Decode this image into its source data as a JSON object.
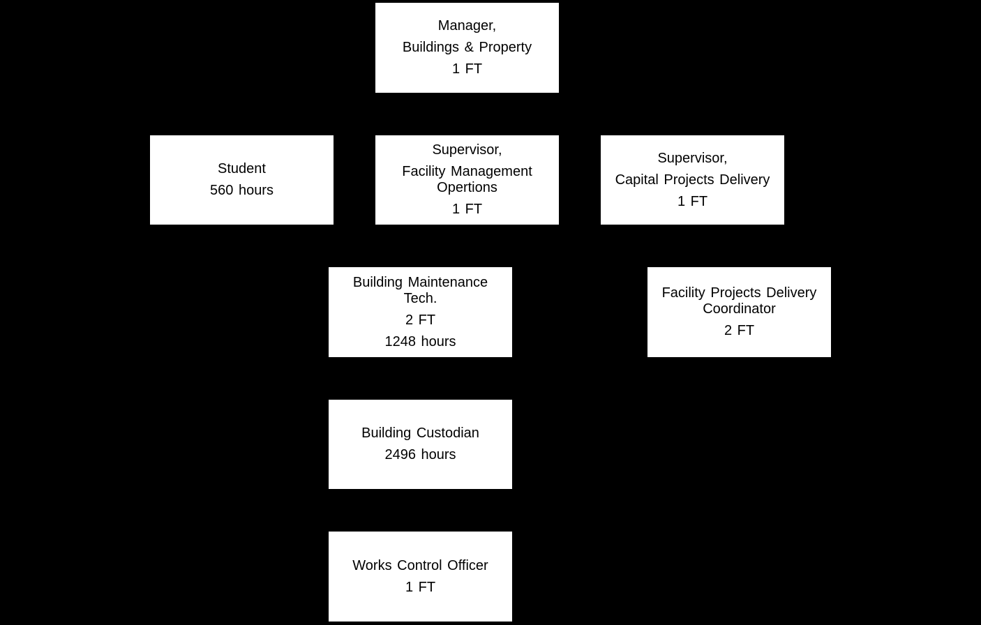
{
  "org_chart": {
    "manager": {
      "title_line1": "Manager,",
      "title_line2": "Buildings & Property",
      "staffing": "1 FT"
    },
    "student": {
      "title": "Student",
      "staffing": "560 hours"
    },
    "supervisor_facility": {
      "title_line1": "Supervisor,",
      "title_line2": "Facility Management",
      "title_line3": "Opertions",
      "staffing": "1 FT"
    },
    "supervisor_capital": {
      "title_line1": "Supervisor,",
      "title_line2": "Capital Projects Delivery",
      "staffing": "1 FT"
    },
    "maintenance_tech": {
      "title_line1": "Building Maintenance",
      "title_line2": "Tech.",
      "staffing_ft": "2 FT",
      "staffing_hours": "1248 hours"
    },
    "projects_coordinator": {
      "title_line1": "Facility Projects Delivery",
      "title_line2": "Coordinator",
      "staffing": "2 FT"
    },
    "custodian": {
      "title": "Building Custodian",
      "staffing": "2496 hours"
    },
    "works_control": {
      "title": "Works Control Officer",
      "staffing": "1 FT"
    }
  }
}
